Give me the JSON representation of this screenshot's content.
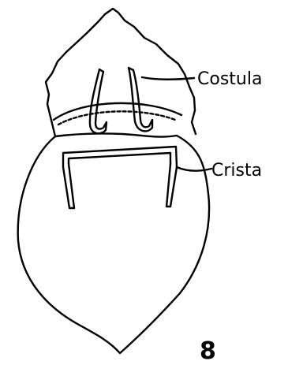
{
  "labels": {
    "costula": "Costula",
    "crista": "Crista",
    "figure_number": "8"
  },
  "colors": {
    "ink": "#000000",
    "background": "#ffffff"
  }
}
